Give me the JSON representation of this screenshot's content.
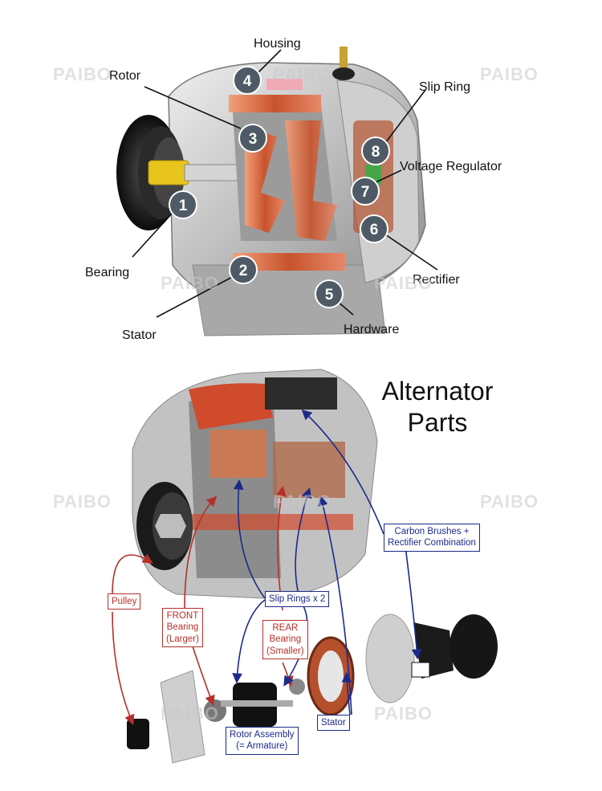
{
  "top_diagram": {
    "numbered_labels": [
      {
        "number": "1",
        "text": "Bearing"
      },
      {
        "number": "2",
        "text": "Stator"
      },
      {
        "number": "3",
        "text": "Rotor"
      },
      {
        "number": "4",
        "text": "Housing"
      },
      {
        "number": "5",
        "text": "Hardware"
      },
      {
        "number": "6",
        "text": "Rectifier"
      },
      {
        "number": "7",
        "text": "Voltage Regulator"
      },
      {
        "number": "8",
        "text": "Slip Ring"
      }
    ]
  },
  "bottom_diagram": {
    "title_line1": "Alternator",
    "title_line2": "Parts",
    "callouts": {
      "pulley": "Pulley",
      "front_bearing_l1": "FRONT",
      "front_bearing_l2": "Bearing",
      "front_bearing_l3": "(Larger)",
      "rear_bearing_l1": "REAR",
      "rear_bearing_l2": "Bearing",
      "rear_bearing_l3": "(Smaller)",
      "slip_rings": "Slip Rings x 2",
      "brushes_l1": "Carbon Brushes +",
      "brushes_l2": "Rectifier Combination",
      "stator": "Stator",
      "rotor_l1": "Rotor Assembly",
      "rotor_l2": "(= Armature)"
    },
    "colors": {
      "red_callout": "#b5302a",
      "blue_callout": "#1c2a8a"
    }
  },
  "watermark": "PAIBO"
}
